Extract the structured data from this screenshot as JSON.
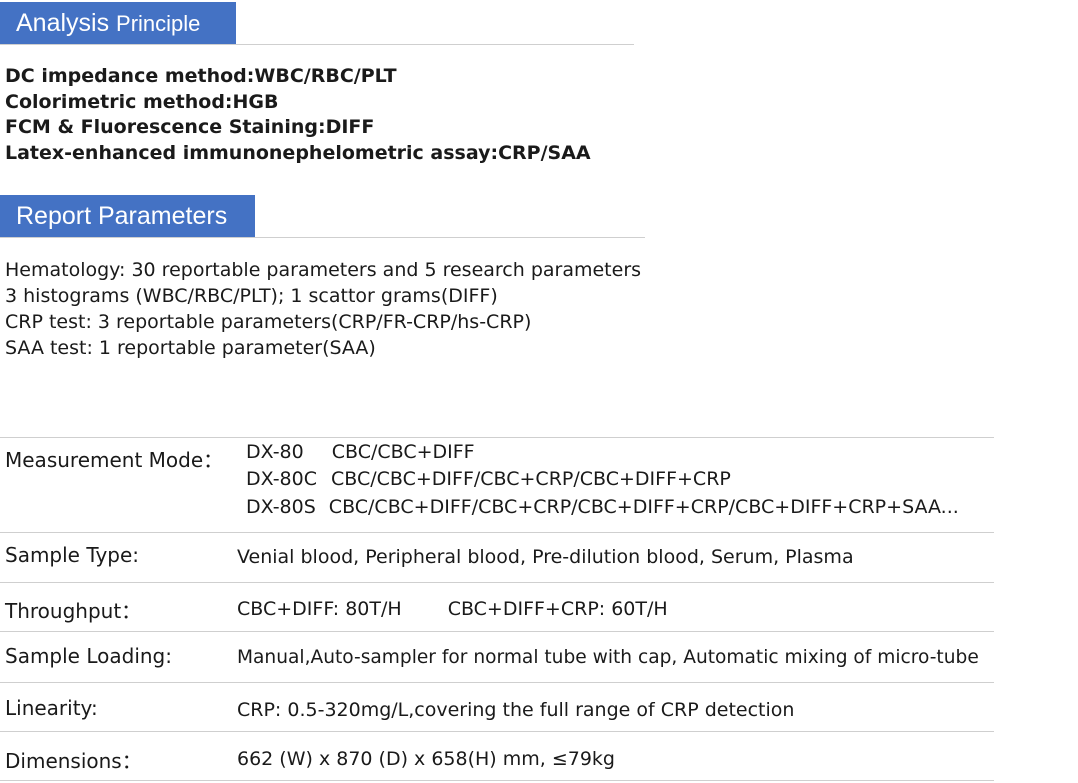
{
  "analysis_principle": {
    "title_word1": "Analysis",
    "title_word2": "Principle",
    "items": [
      "DC impedance method:WBC/RBC/PLT",
      "Colorimetric method:HGB",
      "FCM & Fluorescence Staining:DIFF",
      "Latex-enhanced immunonephelometric assay:CRP/SAA"
    ]
  },
  "report_parameters": {
    "title": "Report Parameters",
    "items": [
      "Hematology: 30 reportable parameters and 5 research parameters",
      "3 histograms (WBC/RBC/PLT); 1 scattor grams(DIFF)",
      "CRP test: 3 reportable parameters(CRP/FR-CRP/hs-CRP)",
      "SAA test: 1 reportable parameter(SAA)"
    ]
  },
  "specs": {
    "measurement_mode": {
      "label": "Measurement Mode：",
      "modes": [
        {
          "model": "DX-80",
          "value": "CBC/CBC+DIFF"
        },
        {
          "model": "DX-80C",
          "value": "CBC/CBC+DIFF/CBC+CRP/CBC+DIFF+CRP"
        },
        {
          "model": "DX-80S",
          "value": "CBC/CBC+DIFF/CBC+CRP/CBC+DIFF+CRP/CBC+DIFF+CRP+SAA..."
        }
      ]
    },
    "sample_type": {
      "label": "Sample Type:",
      "value": "Venial blood, Peripheral blood, Pre-dilution blood, Serum, Plasma"
    },
    "throughput": {
      "label": "Throughput：",
      "value_a": "CBC+DIFF: 80T/H",
      "value_b": "CBC+DIFF+CRP: 60T/H"
    },
    "sample_loading": {
      "label": "Sample Loading:",
      "value": "Manual,Auto-sampler for normal tube with cap, Automatic mixing of micro-tube"
    },
    "linearity": {
      "label": "Linearity:",
      "value": "CRP: 0.5-320mg/L,covering the full range of CRP detection"
    },
    "dimensions": {
      "label": "Dimensions：",
      "value": "662 (W) x 870 (D) x 658(H) mm, ≤79kg"
    }
  },
  "colors": {
    "header_bg": "#4472c4",
    "header_text": "#ffffff",
    "rule": "#cfcfcf"
  }
}
